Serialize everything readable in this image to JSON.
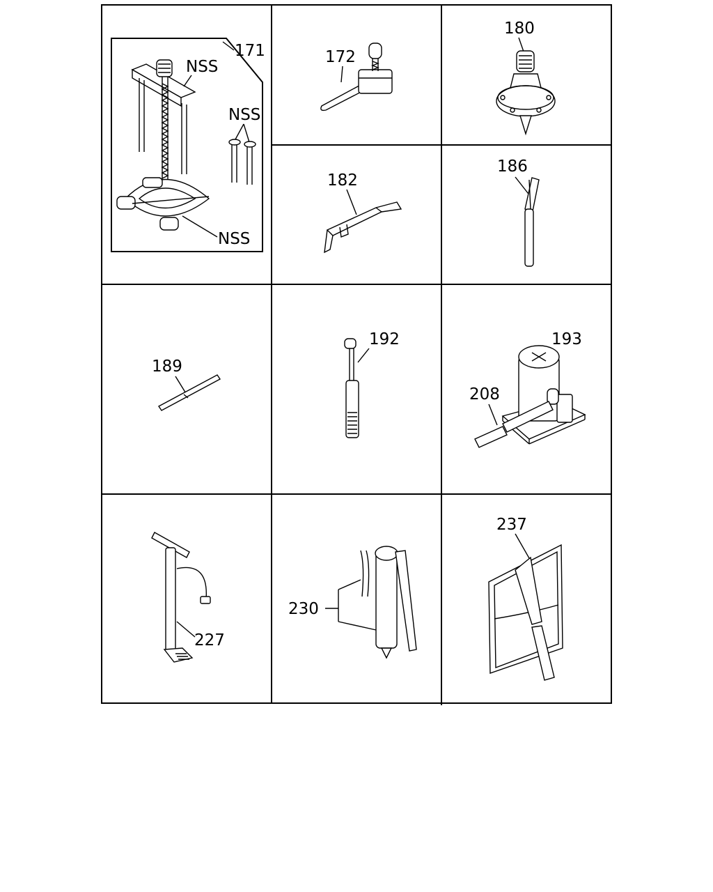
{
  "callouts": {
    "c171": "171",
    "c171_nss_a": "NSS",
    "c171_nss_b": "NSS",
    "c171_nss_c": "NSS",
    "c172": "172",
    "c180": "180",
    "c182": "182",
    "c186": "186",
    "c189": "189",
    "c192": "192",
    "c193": "193",
    "c208": "208",
    "c227": "227",
    "c230": "230",
    "c237": "237"
  },
  "colors": {
    "line": "#000000",
    "background": "#ffffff"
  }
}
